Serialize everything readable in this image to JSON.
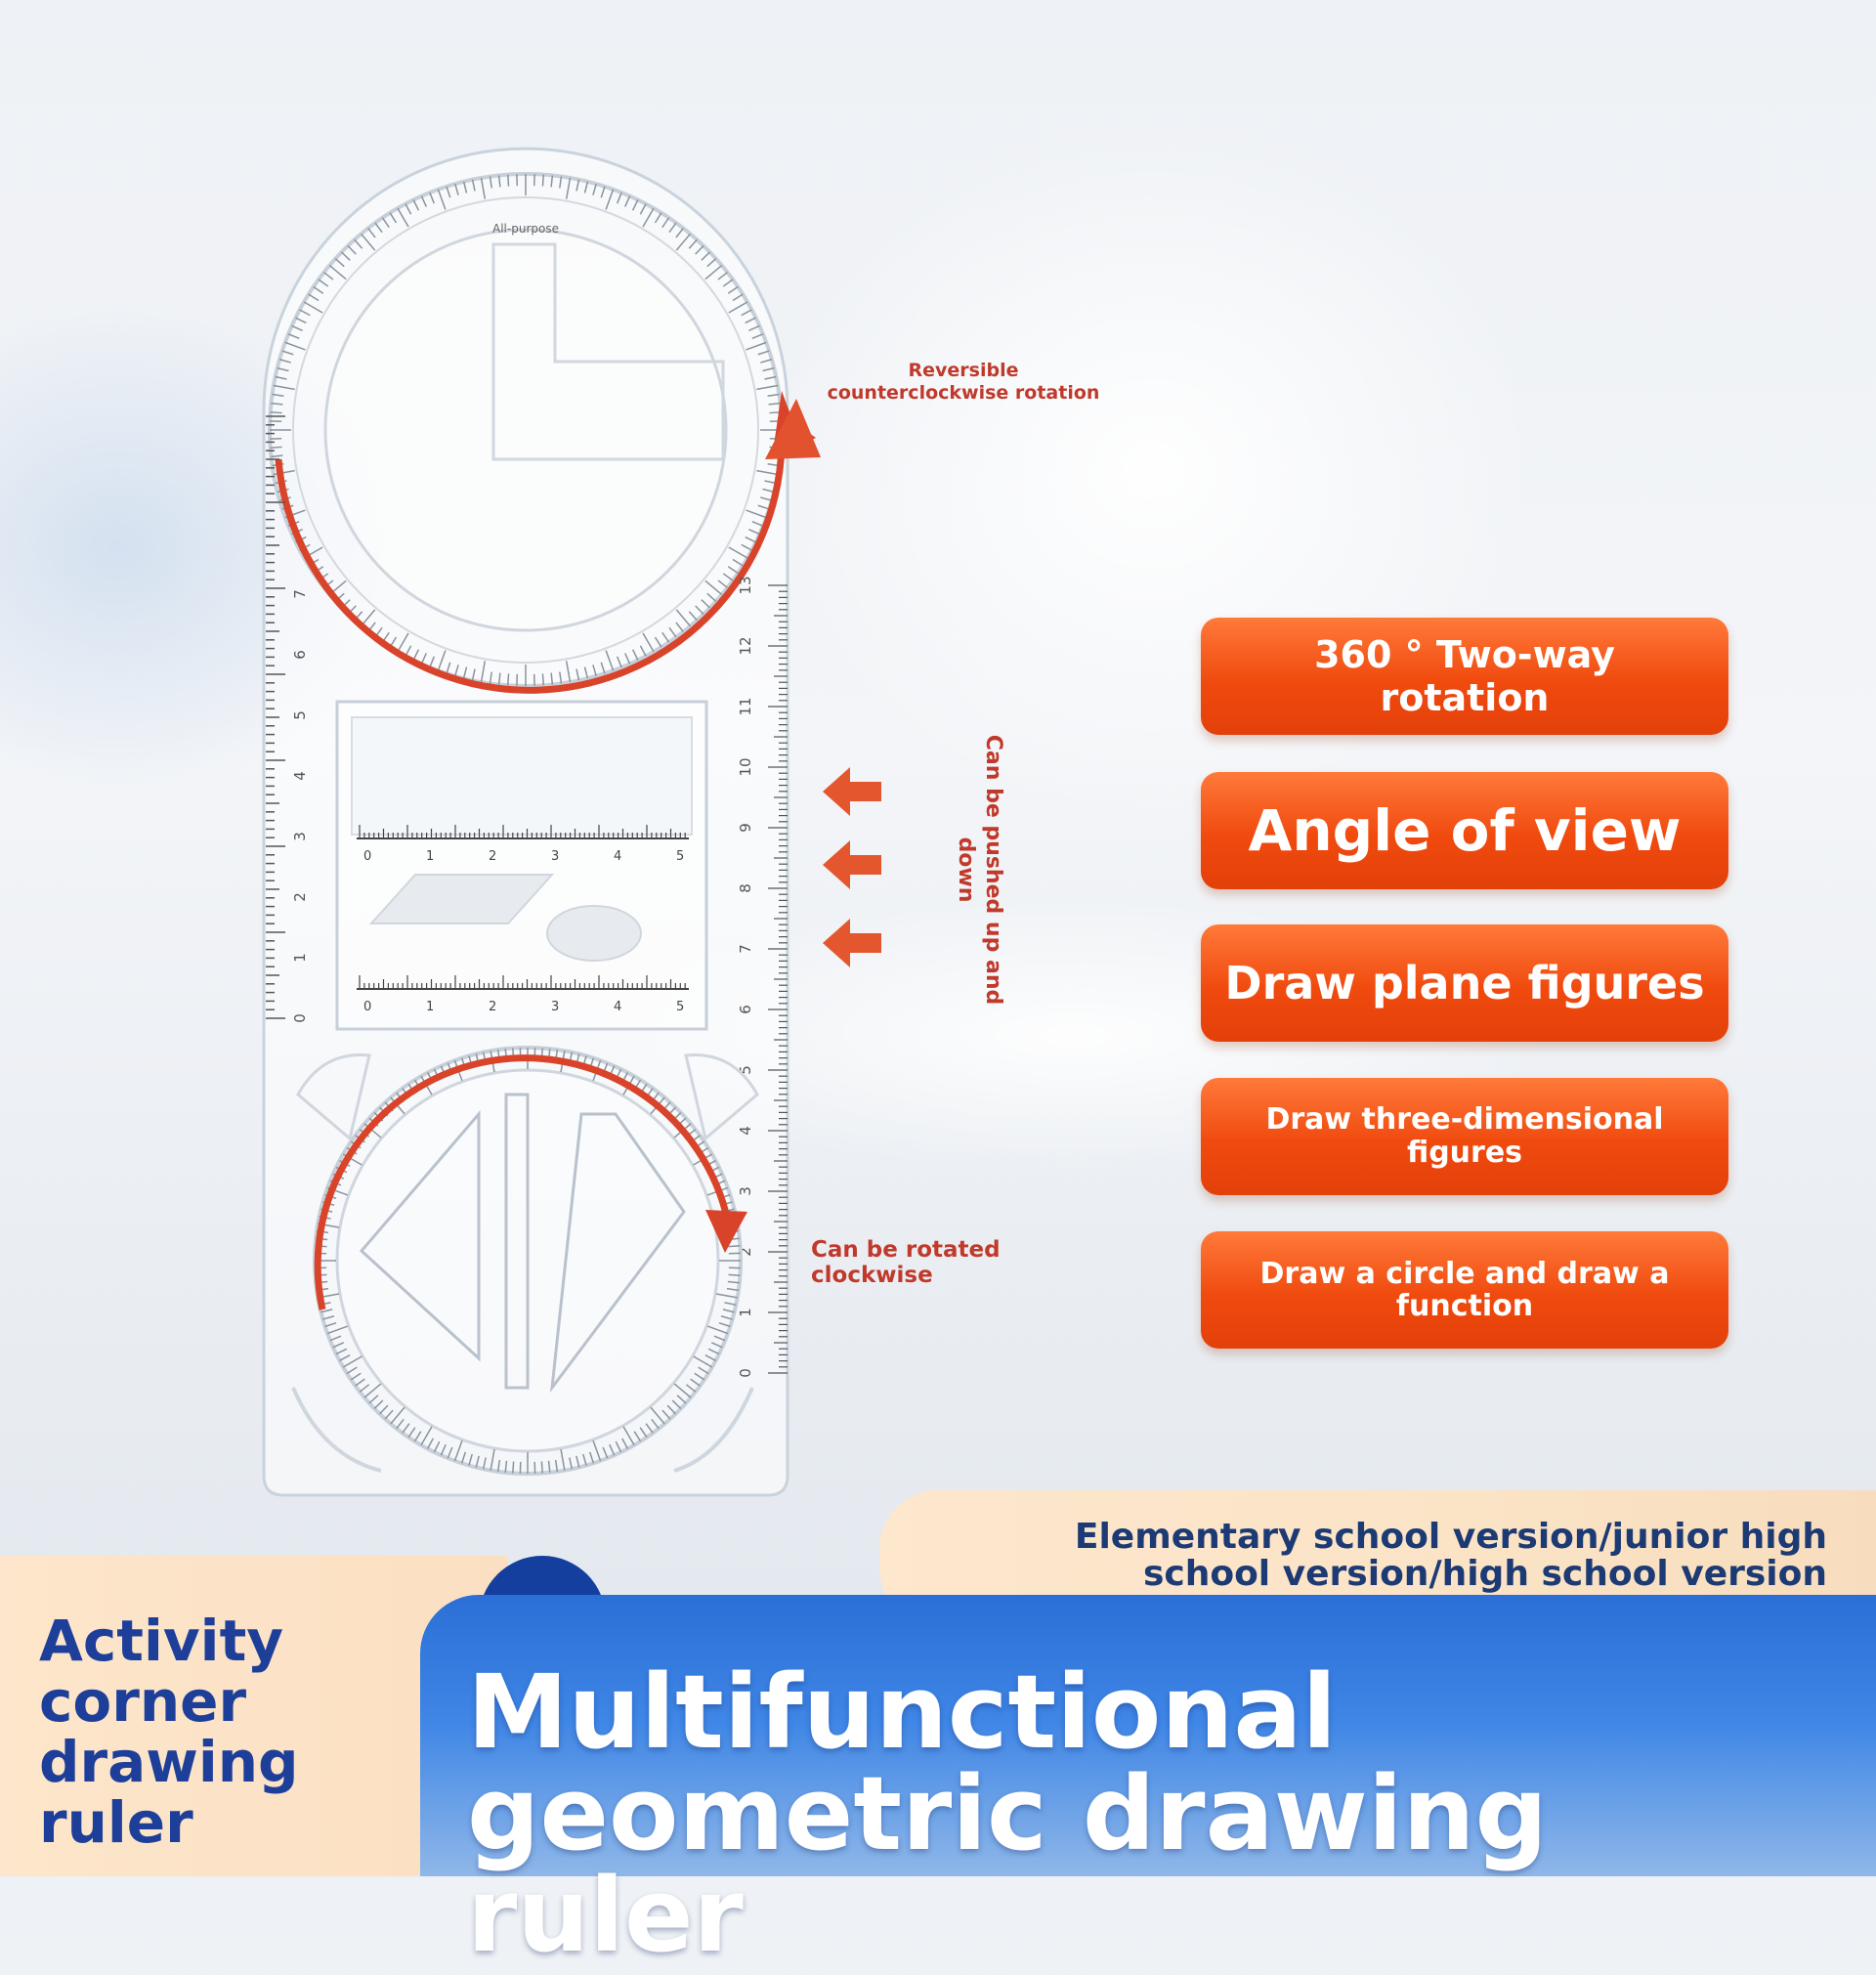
{
  "callouts": {
    "reversible": "Reversible counterclockwise rotation",
    "push": "Can be pushed up and down",
    "clockwise": "Can be rotated clockwise"
  },
  "features": [
    "360 ° Two-way rotation",
    "Angle of view",
    "Draw plane figures",
    "Draw three-dimensional figures",
    "Draw a circle and draw a function"
  ],
  "versions": "Elementary school version/junior high school version/high school version",
  "left_title": "Activity corner drawing ruler",
  "main_title": "Multifunctional geometric drawing ruler",
  "ruler_labels": {
    "brand": "All-purpose",
    "left_scale": [
      "0",
      "1",
      "2",
      "3",
      "4",
      "5",
      "6",
      "7"
    ],
    "right_scale": [
      "0",
      "1",
      "2",
      "3",
      "4",
      "5",
      "6",
      "7",
      "8",
      "9",
      "10",
      "11",
      "12",
      "13"
    ],
    "window_scale": [
      "0",
      "1",
      "2",
      "3",
      "4",
      "5"
    ]
  },
  "colors": {
    "accent_red": "#c0392b",
    "pill_orange": "#f04a0e",
    "title_blue": "#1d3f9a",
    "band_blue": "#2b6fd6",
    "band_cream": "#fde6cb"
  }
}
